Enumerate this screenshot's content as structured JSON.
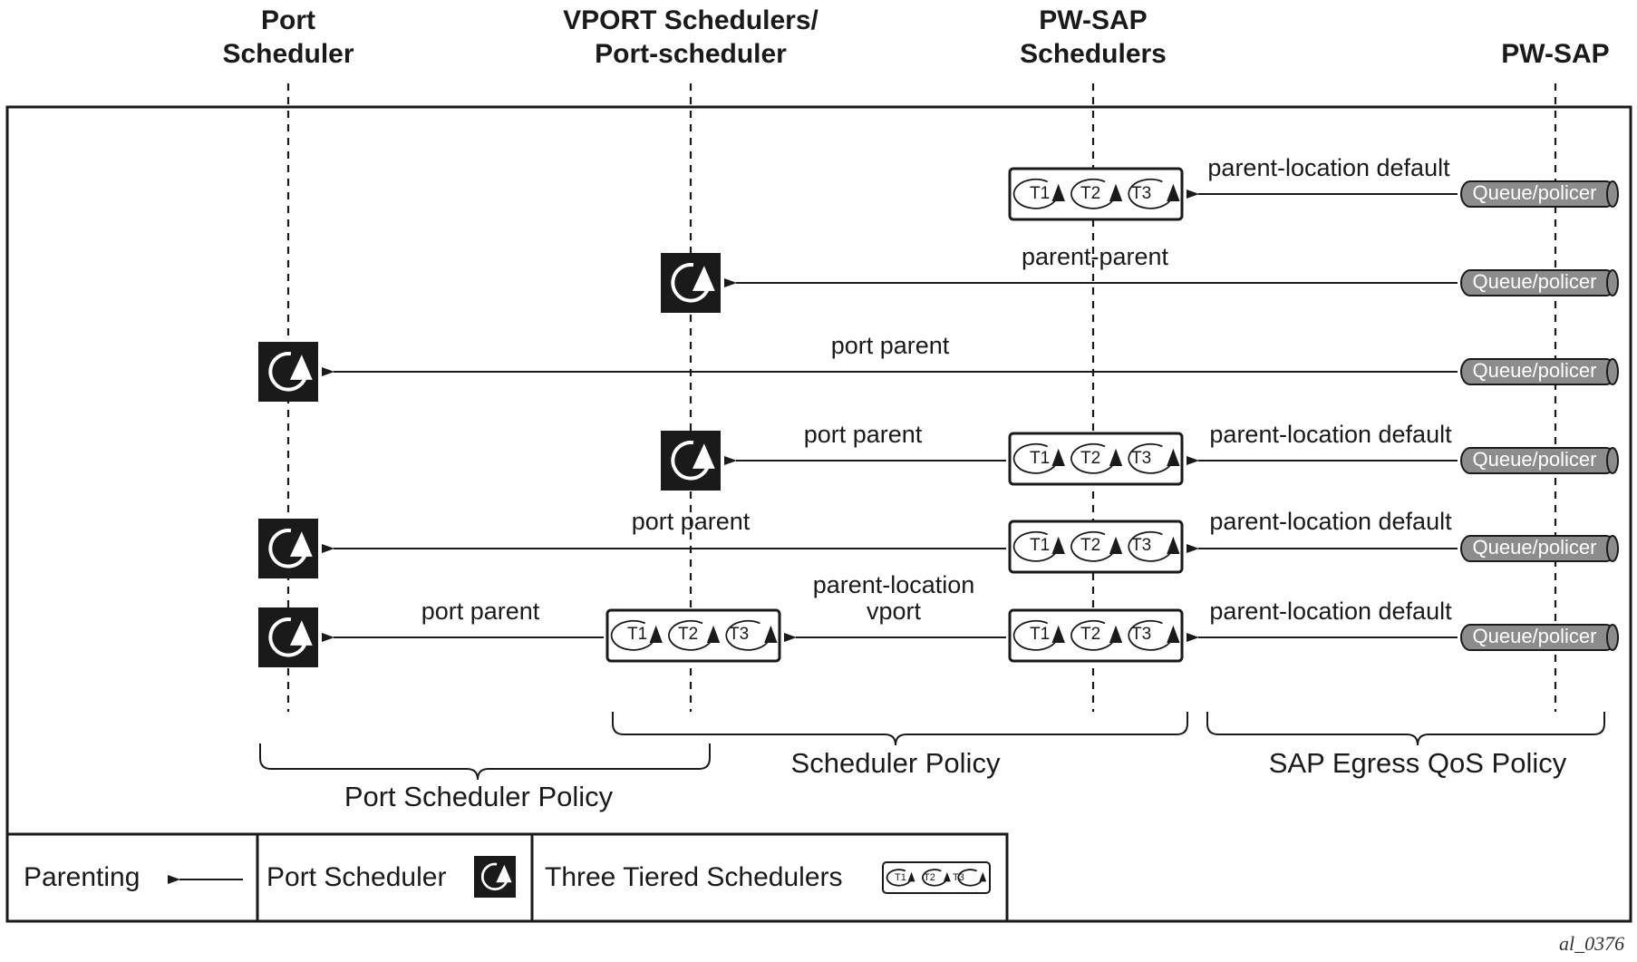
{
  "columns": {
    "port_scheduler": [
      "Port",
      "Scheduler"
    ],
    "vport_schedulers": [
      "VPORT Schedulers/",
      "Port-scheduler"
    ],
    "pw_sap_schedulers": [
      "PW-SAP",
      "Schedulers"
    ],
    "pw_sap": [
      "PW-SAP"
    ]
  },
  "queue_label": "Queue/policer",
  "tiers": [
    "T1",
    "T2",
    "T3"
  ],
  "rows": [
    {
      "label_right": "parent-location default"
    },
    {
      "label_mid": "parent-parent"
    },
    {
      "label_mid": "port parent"
    },
    {
      "label_left": "port parent",
      "label_right": "parent-location default"
    },
    {
      "label_left": "port parent",
      "label_right": "parent-location default"
    },
    {
      "label_far_left": "port parent",
      "label_mid_line1": "parent-location",
      "label_mid_line2": "vport",
      "label_right": "parent-location default"
    }
  ],
  "policies": {
    "port_scheduler_policy": "Port Scheduler Policy",
    "scheduler_policy": "Scheduler Policy",
    "sap_egress_qos_policy": "SAP Egress QoS Policy"
  },
  "legend": {
    "parenting": "Parenting",
    "port_scheduler": "Port Scheduler",
    "three_tiered": "Three Tiered Schedulers"
  },
  "figure_id": "al_0376",
  "colors": {
    "line": "#1a1a1a",
    "queue_fill": "#8c8c8c",
    "scheduler_fill": "#1a1a1a"
  }
}
